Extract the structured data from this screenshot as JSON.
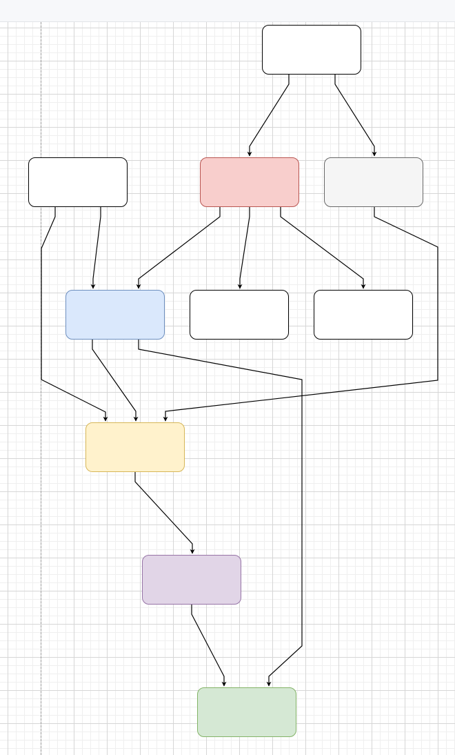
{
  "diagram": {
    "nodes": [
      {
        "id": "n1",
        "label": "",
        "fill": "#ffffff",
        "stroke": "#000000"
      },
      {
        "id": "n2",
        "label": "",
        "fill": "#ffffff",
        "stroke": "#000000"
      },
      {
        "id": "n3",
        "label": "",
        "fill": "#f8cecc",
        "stroke": "#b85450"
      },
      {
        "id": "n4",
        "label": "",
        "fill": "#f5f5f5",
        "stroke": "#666666"
      },
      {
        "id": "n5",
        "label": "",
        "fill": "#dae8fc",
        "stroke": "#6c8ebf"
      },
      {
        "id": "n6",
        "label": "",
        "fill": "#ffffff",
        "stroke": "#000000"
      },
      {
        "id": "n7",
        "label": "",
        "fill": "#ffffff",
        "stroke": "#000000"
      },
      {
        "id": "n8",
        "label": "",
        "fill": "#fff2cc",
        "stroke": "#d6b656"
      },
      {
        "id": "n9",
        "label": "",
        "fill": "#e1d5e7",
        "stroke": "#9673a6"
      },
      {
        "id": "n10",
        "label": "",
        "fill": "#d5e8d4",
        "stroke": "#82b366"
      }
    ],
    "edges": [
      {
        "from": "n1",
        "to": "n3"
      },
      {
        "from": "n1",
        "to": "n4"
      },
      {
        "from": "n3",
        "to": "n5"
      },
      {
        "from": "n3",
        "to": "n6"
      },
      {
        "from": "n3",
        "to": "n7"
      },
      {
        "from": "n2",
        "to": "n5"
      },
      {
        "from": "n2",
        "to": "n8"
      },
      {
        "from": "n5",
        "to": "n8"
      },
      {
        "from": "n4",
        "to": "n8"
      },
      {
        "from": "n5",
        "to": "n10"
      },
      {
        "from": "n8",
        "to": "n9"
      },
      {
        "from": "n9",
        "to": "n10"
      }
    ]
  }
}
